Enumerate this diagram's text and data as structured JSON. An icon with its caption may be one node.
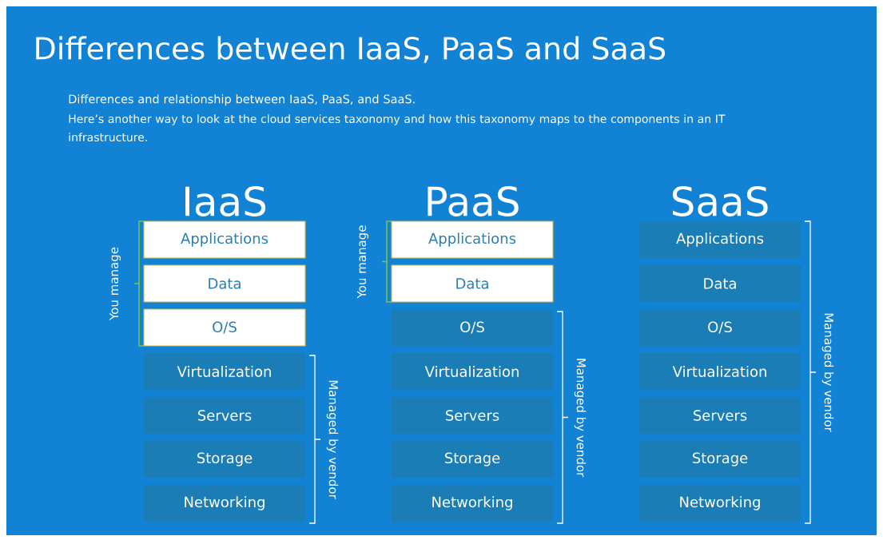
{
  "diagram": {
    "title": "Differences between IaaS, PaaS and SaaS",
    "nodes": [
      {
        "text": [
          "Applications"
        ]
      },
      {
        "text": [
          "Data"
        ]
      },
      {
        "text": [
          "O/S"
        ]
      },
      {
        "text": [
          "Virtualization"
        ]
      },
      {
        "text": [
          "Servers"
        ]
      },
      {
        "text": [
          "Storage"
        ]
      },
      {
        "text": [
          "Networking"
        ]
      },
      {
        "text": [
          "Applications"
        ]
      },
      {
        "text": [
          "Data"
        ]
      },
      {
        "text": [
          "O/S"
        ]
      },
      {
        "text": [
          "Virtualization"
        ]
      },
      {
        "text": [
          "Servers"
        ]
      },
      {
        "text": [
          "Storage"
        ]
      },
      {
        "text": [
          "Networking"
        ]
      },
      {
        "text": [
          "Applications"
        ]
      },
      {
        "text": [
          "Data"
        ]
      },
      {
        "text": [
          "O/S"
        ]
      },
      {
        "text": [
          "Virtualization"
        ]
      },
      {
        "text": [
          "Servers"
        ]
      },
      {
        "text": [
          "Storage"
        ]
      },
      {
        "text": [
          "Networking"
        ]
      }
    ],
    "edges": [],
    "labels": [
      "Differences and relationship between IaaS, PaaS, and SaaS.",
      "Here’s another way to look at the cloud services taxonomy and how this taxonomy maps to the components in an IT infrastructure.",
      "IaaS",
      "PaaS",
      "SaaS",
      "You manage",
      "Managed by vendor",
      "You manage",
      "Managed by vendor",
      "Managed by vendor"
    ]
  }
}
